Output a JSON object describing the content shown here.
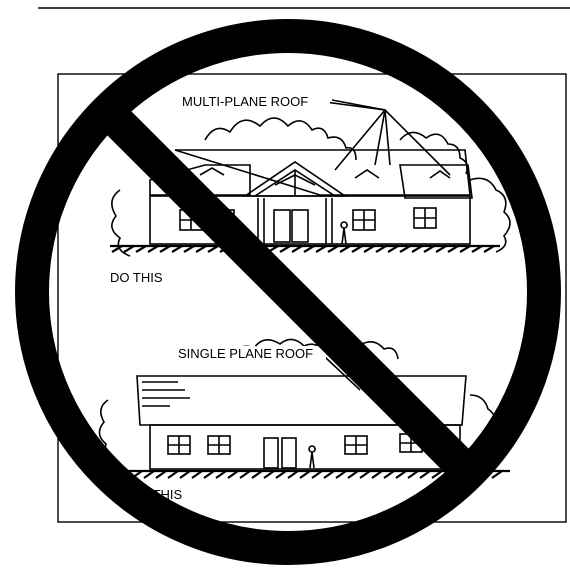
{
  "top_label": "MULTI-PLANE ROOF",
  "top_caption": "DO THIS",
  "bottom_label": "SINGLE PLANE ROOF",
  "bottom_caption": "NOT THIS",
  "prohibition_symbol": "no-symbol-icon",
  "colors": {
    "ink": "#000000",
    "paper": "#ffffff"
  }
}
